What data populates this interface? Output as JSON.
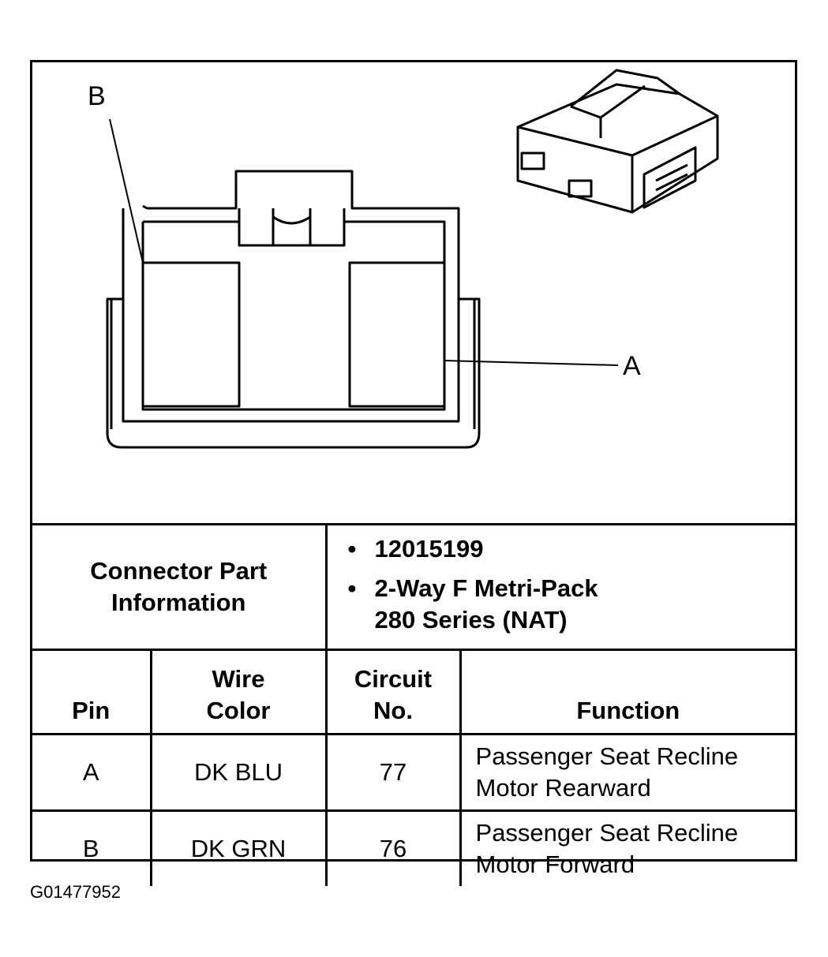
{
  "diagram": {
    "labels": {
      "b": "B",
      "a": "A"
    }
  },
  "connector_info": {
    "header_line1": "Connector Part",
    "header_line2": "Information",
    "items": [
      {
        "lines": [
          "12015199"
        ]
      },
      {
        "lines": [
          "2-Way F Metri-Pack",
          "280 Series (NAT)"
        ]
      }
    ]
  },
  "pin_table": {
    "headers": {
      "pin": "Pin",
      "wire_color_1": "Wire",
      "wire_color_2": "Color",
      "circuit_1": "Circuit",
      "circuit_2": "No.",
      "function": "Function"
    },
    "rows": [
      {
        "pin": "A",
        "wire_color": "DK BLU",
        "circuit": "77",
        "function_1": "Passenger Seat Recline",
        "function_2": "Motor Rearward"
      },
      {
        "pin": "B",
        "wire_color": "DK GRN",
        "circuit": "76",
        "function_1": "Passenger Seat Recline",
        "function_2": "Motor Forward"
      }
    ]
  },
  "figure_id": "G01477952"
}
